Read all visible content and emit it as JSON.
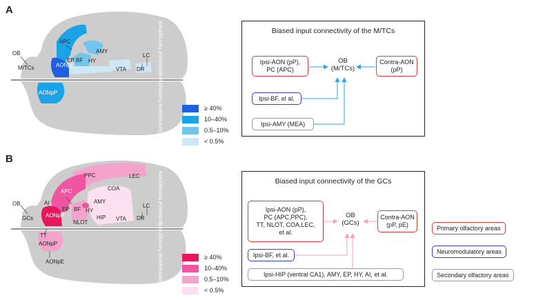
{
  "colors": {
    "brain": "#cdcdcd",
    "blue_scale": [
      "#1f5fe0",
      "#1aa3e6",
      "#72c6ee",
      "#cfe8f7"
    ],
    "pink_scale": [
      "#e8175d",
      "#ef55a0",
      "#f4a3cb",
      "#fbe0ef"
    ],
    "red_border": "#d93a3a",
    "blue_border": "#3a3acb",
    "gray_border": "#999999",
    "arrow_blue": "#2aa8e0",
    "arrow_pink": "#f2a1c6"
  },
  "legend_labels": [
    "≥ 40%",
    "10–40%",
    "0.5–10%",
    "< 0.5%"
  ],
  "panel_a": {
    "letter": "A",
    "hemispheres": {
      "ipsi": "Ipsilateral hemisphere",
      "contra": "Contralateral hemisphere"
    },
    "region_labels": {
      "ob": "OB",
      "mtcs": "M/TCs",
      "apc": "APC",
      "aonpp": "AONpP",
      "ep": "EP",
      "bf": "BF",
      "amy": "AMY",
      "hy": "HY",
      "vta": "VTA",
      "lc": "LC",
      "dr": "DR",
      "aonpp_contra": "AONpP"
    },
    "box": {
      "title": "Biased input connectivity of the M/TCs",
      "ipsi_aon_1": "Ipsi-AON (pP),",
      "ipsi_aon_2": "PC (APC)",
      "ob": "OB",
      "target": "(M/TCs)",
      "contra_1": "Contra-AON",
      "contra_2": "(pP)",
      "ipsi_bf": "Ipsi-BF, el al.",
      "ipsi_amy": "Ipsi-AMY (MEA)"
    }
  },
  "panel_b": {
    "letter": "B",
    "hemispheres": {
      "ipsi": "Ipsilateral hemisphere",
      "contra": "Contralateral hemisphere"
    },
    "region_labels": {
      "ob": "OB",
      "gcs": "GCs",
      "ai": "AI",
      "aonpp": "AONpP",
      "ep": "EP",
      "bf": "BF",
      "hy": "HY",
      "amy": "AMY",
      "nlot": "NLOT",
      "hip": "HIP",
      "vta": "VTA",
      "apc": "APC",
      "ppc": "PPC",
      "coa": "COA",
      "lec": "LEC",
      "lc": "LC",
      "dr": "DR",
      "tt": "TT",
      "aonpp_contra": "AONpP",
      "aonpe": "AONpE"
    },
    "box": {
      "title": "Biased input connectivity of the GCs",
      "ipsi_aon_1": "Ipsi-AON (pP),",
      "ipsi_aon_2": "PC (APC,PPC),",
      "ipsi_aon_3": "TT, NLOT, COA,LEC,",
      "ipsi_aon_4": "et al.",
      "ob": "OB",
      "target": "(GCs)",
      "contra_1": "Contra-AON",
      "contra_2": "(pP, pE)",
      "ipsi_bf": "Ipsi-BF, et al.",
      "ipsi_hip": "Ipsi-HIP (ventral CA1), AMY, EP, HY, AI, et al."
    },
    "key": {
      "primary": "Primary olfactory areas",
      "neuromod": "Neuromodulatory areas",
      "secondary": "Secondary olfactory areas"
    }
  }
}
